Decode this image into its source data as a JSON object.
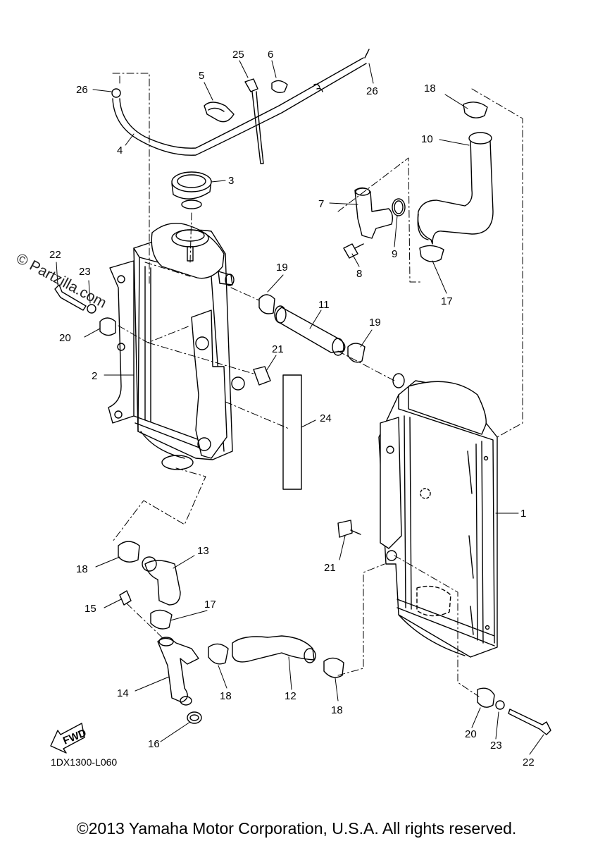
{
  "watermark": "© Partzilla.com",
  "diagram_code": "1DX1300-L060",
  "fwd_label": "FWD",
  "copyright": "©2013 Yamaha Motor Corporation, U.S.A. All rights reserved.",
  "callouts": {
    "c1": "1",
    "c2": "2",
    "c3": "3",
    "c4": "4",
    "c5": "5",
    "c6": "6",
    "c7": "7",
    "c8": "8",
    "c9": "9",
    "c10": "10",
    "c11": "11",
    "c12": "12",
    "c13": "13",
    "c14": "14",
    "c15": "15",
    "c16": "16",
    "c17a": "17",
    "c17b": "17",
    "c18a": "18",
    "c18b": "18",
    "c18c": "18",
    "c18d": "18",
    "c19a": "19",
    "c19b": "19",
    "c20a": "20",
    "c20b": "20",
    "c21a": "21",
    "c21b": "21",
    "c22a": "22",
    "c22b": "22",
    "c23a": "23",
    "c23b": "23",
    "c24": "24",
    "c25": "25",
    "c26a": "26",
    "c26b": "26"
  },
  "icons": {
    "radiator_right": "radiator-icon",
    "radiator_left": "radiator-icon",
    "hose": "hose-icon",
    "clamp": "hose-clamp-icon",
    "bolt": "bolt-icon",
    "cap": "radiator-cap-icon"
  }
}
